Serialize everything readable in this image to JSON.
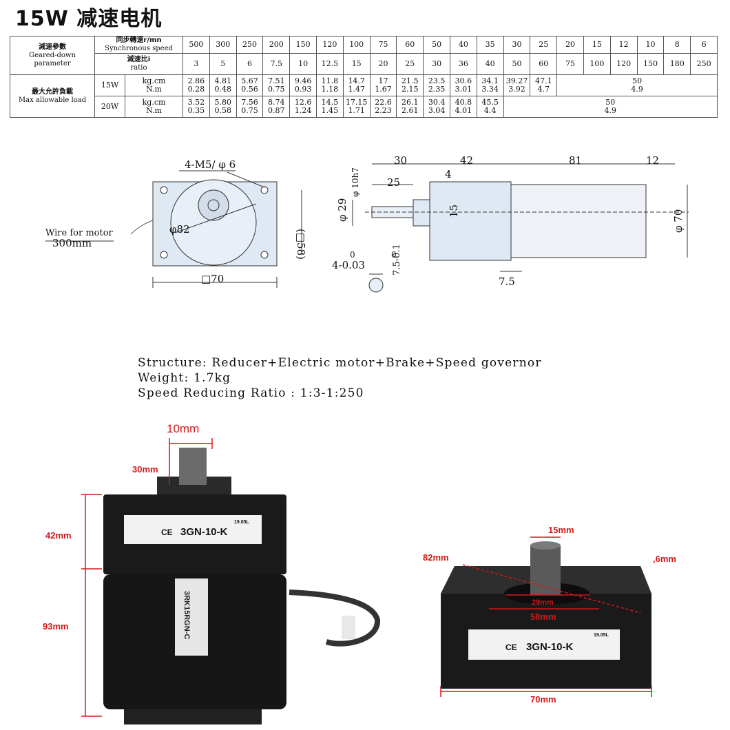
{
  "title": "15W 减速电机",
  "table": {
    "param_cn": "減速參數",
    "param_en": "Geared-down parameter",
    "sync_cn": "同步轉速r/mn",
    "sync_en": "Synchronous speed",
    "ratio_cn": "減速比i",
    "ratio_en": "ratio",
    "load_cn": "最大允許負載",
    "load_en": "Max allowable load",
    "w15": "15W",
    "w20": "20W",
    "unit_kg": "kg.cm",
    "unit_nm": "N.m",
    "speeds": [
      "500",
      "300",
      "250",
      "200",
      "150",
      "120",
      "100",
      "75",
      "60",
      "50",
      "40",
      "35",
      "30",
      "25",
      "20",
      "15",
      "12",
      "10",
      "8",
      "6"
    ],
    "ratios": [
      "3",
      "5",
      "6",
      "7.5",
      "10",
      "12.5",
      "15",
      "20",
      "25",
      "30",
      "36",
      "40",
      "50",
      "60",
      "75",
      "100",
      "120",
      "150",
      "180",
      "250"
    ],
    "load15_kg": [
      "2.86",
      "4.81",
      "5.67",
      "7.51",
      "9.46",
      "11.8",
      "14.7",
      "17",
      "21.5",
      "23.5",
      "30.6",
      "34.1",
      "39.27",
      "47.1"
    ],
    "load15_nm": [
      "0.28",
      "0.48",
      "0.56",
      "0.75",
      "0.93",
      "1.18",
      "1.47",
      "1.67",
      "2.15",
      "2.35",
      "3.01",
      "3.34",
      "3.92",
      "4.7"
    ],
    "load15_rest_kg": "50",
    "load15_rest_nm": "4.9",
    "load20_kg": [
      "3.52",
      "5.80",
      "7.56",
      "8.74",
      "12.6",
      "14.5",
      "17.15",
      "22.6",
      "26.1",
      "30.4",
      "40.8",
      "45.5"
    ],
    "load20_nm": [
      "0.35",
      "0.58",
      "0.75",
      "0.87",
      "1.24",
      "1.45",
      "1.71",
      "2.23",
      "2.61",
      "3.04",
      "4.01",
      "4.4"
    ],
    "load20_rest_kg": "50",
    "load20_rest_nm": "4.9"
  },
  "drawing": {
    "holes": "4-M5/ φ 6",
    "wire1": "Wire for motor",
    "wire2": "300mm",
    "phi82": "φ82",
    "sq58": "(□58)",
    "sq70": "□70",
    "d30": "30",
    "d42": "42",
    "d81": "81",
    "d12": "12",
    "d25": "25",
    "d4": "4",
    "phi10": "φ 10h7",
    "phi29": "φ 29",
    "d15": "15",
    "phi70": "φ 70",
    "d75": "7.5",
    "key_w": "4-0.03",
    "key_w0": "0",
    "key_h": "7.5-0.1",
    "key_h0": "0"
  },
  "info": {
    "structure": "Structure: Reducer+Electric motor+Brake+Speed governor",
    "weight": "Weight: 1.7kg",
    "ratio": "Speed Reducing Ratio : 1:3-1:250"
  },
  "photo": {
    "shaft_d": "10mm",
    "shaft_len": "30mm",
    "gear_h": "42mm",
    "motor_h": "93mm",
    "label_model": "3GN-10-K",
    "label_date": "19.05L",
    "motor_model": "3RK15RGN-C",
    "ce": "CE",
    "top_shaft": "15mm",
    "top_diag": "82mm",
    "top_hole": ",6mm",
    "top_boss": "29mm",
    "top_bolt": "58mm",
    "top_width": "70mm"
  },
  "colors": {
    "annotation": "#d41818",
    "motor_body": "#1a1a1a",
    "label_bg": "#f2f2f2",
    "drawing_fill": "#dfe9f3"
  }
}
